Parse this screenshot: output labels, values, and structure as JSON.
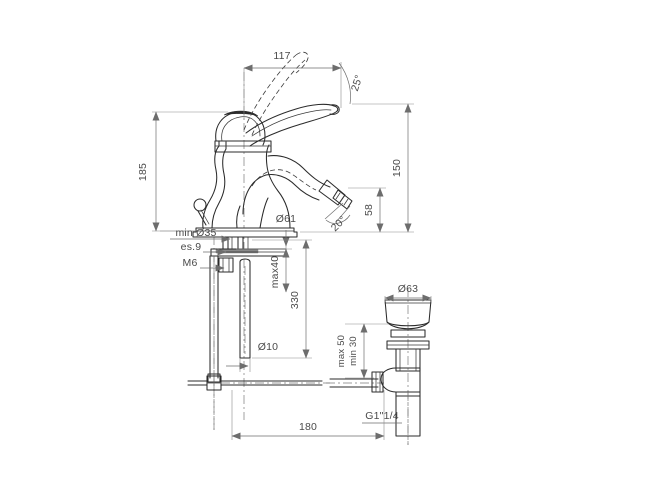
{
  "drawing": {
    "title": "Bidet mixer tap — dimensioned technical drawing",
    "background_color": "#ffffff",
    "line_color": "#2b2b2b",
    "dimension_color": "#6d6d6d"
  },
  "dimensions": {
    "spout_reach": "117",
    "total_height": "185",
    "height_to_outlet": "150",
    "outlet_height": "58",
    "spout_angle": "25°",
    "outlet_angle": "20°",
    "base_min_diameter": "min Ø35",
    "deck_thickness": "es.9",
    "stud_thread": "M6",
    "base_diameter": "Ø61",
    "hose_diameter": "Ø10",
    "hose_length": "330",
    "deck_max": "max40",
    "waste_flange_diameter": "Ø63",
    "waste_max": "max 50",
    "waste_min": "min 30",
    "waste_thread": "G1\"1/4",
    "rod_length": "180"
  }
}
